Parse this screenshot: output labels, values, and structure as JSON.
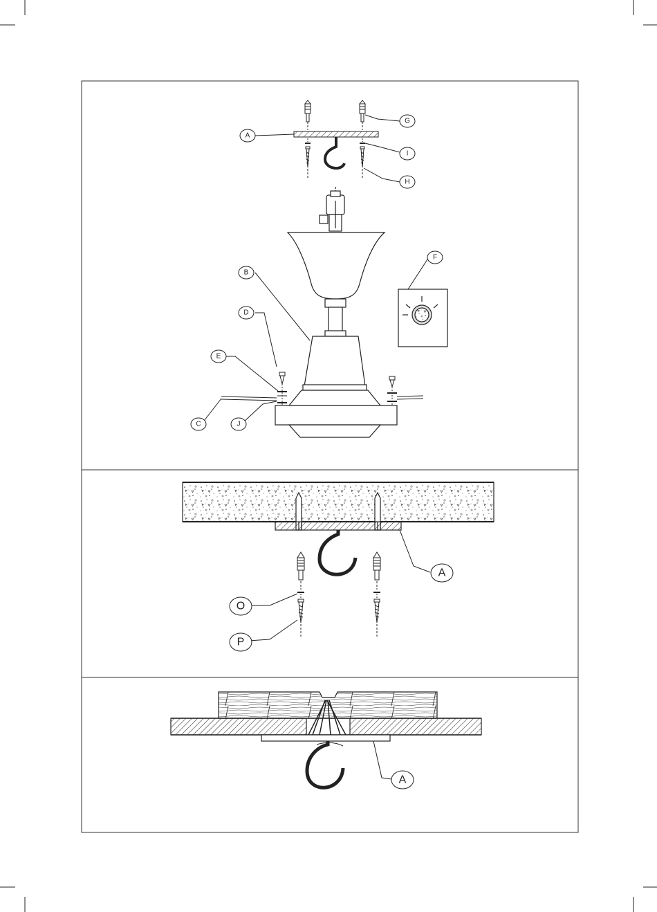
{
  "figure": {
    "panel1": {
      "callouts": {
        "a": "A",
        "b": "B",
        "c": "C",
        "d": "D",
        "e": "E",
        "f": "F",
        "g": "G",
        "h": "H",
        "i": "I",
        "j": "J"
      }
    },
    "panel2": {
      "callouts": {
        "a": "A",
        "o": "O",
        "p": "P"
      }
    },
    "panel3": {
      "callouts": {
        "a": "A"
      }
    }
  },
  "colors": {
    "line": "#222222",
    "panel_border": "#333333",
    "background": "#ffffff"
  }
}
